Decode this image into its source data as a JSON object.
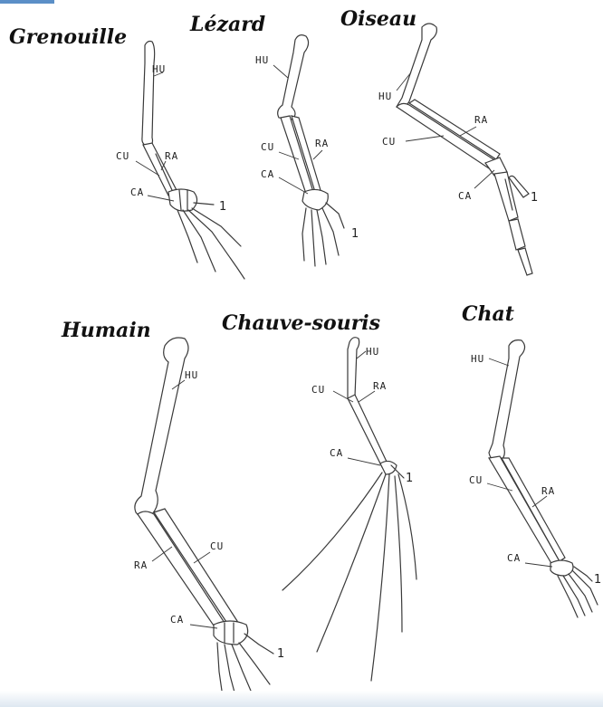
{
  "titles": {
    "frog": "Grenouille",
    "lizard": "Lézard",
    "bird": "Oiseau",
    "human": "Humain",
    "bat": "Chauve-souris",
    "cat": "Chat"
  },
  "labels": {
    "humerus": "HU",
    "ulna": "CU",
    "radius": "RA",
    "carpals": "CA",
    "digit_one": "1"
  },
  "colors": {
    "bone_outline": "#3a3a3a",
    "accent_stripe": "#5b8fc7"
  }
}
